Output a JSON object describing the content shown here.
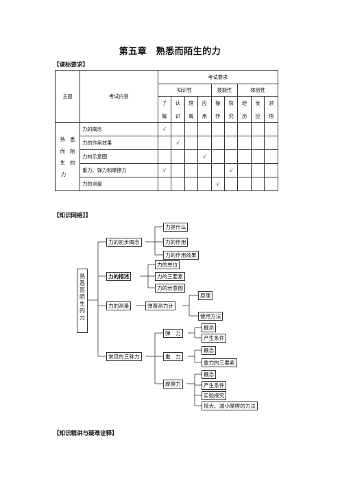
{
  "title": "第五章　熟悉而陌生的力",
  "section_requirements": "【课标要求】",
  "table": {
    "header_topic": "主题",
    "header_content": "考试内容",
    "header_exam": "考试要求",
    "groups": [
      "知识性",
      "技能性",
      "体验性"
    ],
    "levels": [
      [
        "了",
        "解"
      ],
      [
        "认",
        "识"
      ],
      [
        "理",
        "解"
      ],
      [
        "应",
        "用"
      ],
      [
        "操",
        "作"
      ],
      [
        "探",
        "究"
      ],
      [
        "经",
        "历"
      ],
      [
        "反",
        "应"
      ],
      [
        "领",
        "悟"
      ]
    ],
    "topic_lines": [
      "熟　悉",
      "而　陌",
      "生　的",
      "力"
    ],
    "rows": [
      {
        "content": "力的概念",
        "mark_col": 0
      },
      {
        "content": "力的作用效果",
        "mark_col": 1
      },
      {
        "content": "力的示意图",
        "mark_col": 3
      },
      {
        "content": "重力、弹力和摩擦力",
        "mark_col": 0,
        "mark_col2": 5
      },
      {
        "content": "力的测量",
        "mark_col": 4
      }
    ],
    "check": "√"
  },
  "section_network": "【知识网络】】",
  "map": {
    "root": [
      "熟",
      "悉",
      "而",
      "陌",
      "生",
      "的",
      "力"
    ],
    "b1": "力的初步概念",
    "b1_items": [
      "力是什么",
      "力的作用",
      "力的作用效果"
    ],
    "b2": "力的描述",
    "b2_items": [
      "力的单位",
      "力的三要素",
      "力的示意图"
    ],
    "b3": "力的测量",
    "b3_mid": "弹簧测力计",
    "b3_items": [
      "原理",
      "使用方法"
    ],
    "b4": "常见的三种力",
    "spring": "弹　力",
    "spring_items": [
      "概念",
      "产生条件"
    ],
    "gravity": "重　力",
    "gravity_items": [
      "概念",
      "重力的三要素"
    ],
    "friction": "摩擦力",
    "friction_items": [
      "概念",
      "产生条件",
      "实验探究",
      "增大、减小摩擦的方法"
    ]
  },
  "section_explain": "【知识精讲与疑难诠释】"
}
